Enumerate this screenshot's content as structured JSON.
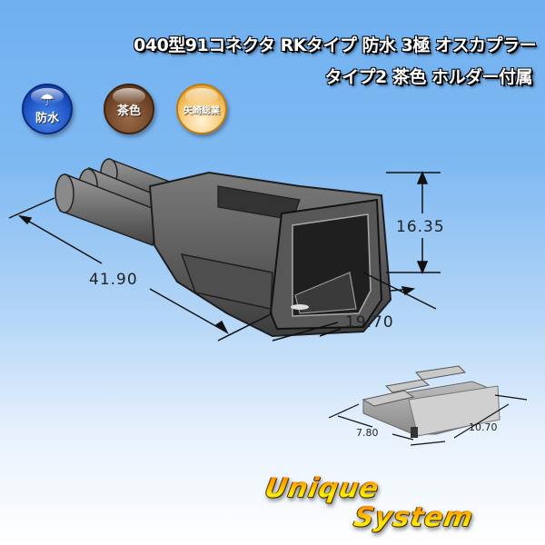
{
  "title": {
    "line1": "040型91コネクタ RKタイプ 防水 3極 オスカプラー",
    "line2": "タイプ2 茶色 ホルダー付属"
  },
  "badges": [
    {
      "label": "防水",
      "icon": "umbrella-icon",
      "color": "#1a4fc0"
    },
    {
      "label": "茶色",
      "color": "#6e4426"
    },
    {
      "label": "矢崎総業",
      "color": "#f4c46a"
    }
  ],
  "dimensions": {
    "length": "41.90",
    "height": "16.35",
    "width": "19.70",
    "holder_width": "7.80",
    "holder_depth": "10.70"
  },
  "logo": {
    "line1": "Unique",
    "line2": "System"
  }
}
